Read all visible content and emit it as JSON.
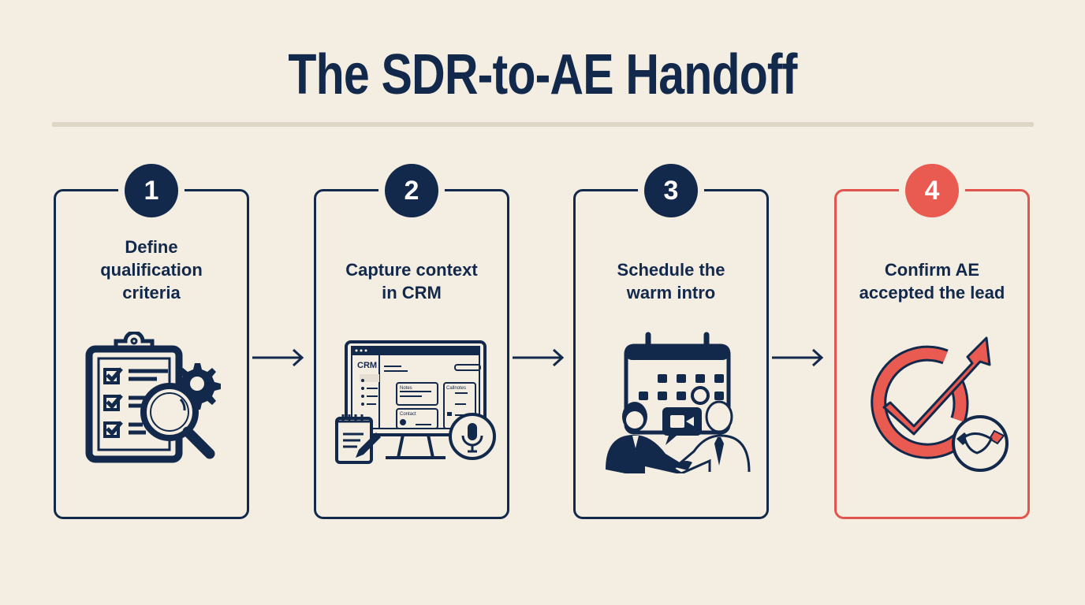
{
  "title": "The SDR-to-AE Handoff",
  "colors": {
    "background": "#f3ede2",
    "navy": "#13294b",
    "accent": "#e95a50",
    "divider": "#ddd5c6"
  },
  "steps": [
    {
      "number": "1",
      "label_lines": [
        "Define",
        "qualification",
        "criteria"
      ],
      "icon": "clipboard-checklist-magnifier-gear-icon"
    },
    {
      "number": "2",
      "label_lines": [
        "Capture context",
        "in CRM"
      ],
      "icon": "crm-monitor-notepad-microphone-icon",
      "icon_text": {
        "app": "CRM",
        "panel1": "Notes",
        "panel2": "Callnotes",
        "panel3": "Contact"
      }
    },
    {
      "number": "3",
      "label_lines": [
        "Schedule the",
        "warm intro"
      ],
      "icon": "calendar-video-handshake-icon"
    },
    {
      "number": "4",
      "label_lines": [
        "Confirm AE",
        "accepted the lead"
      ],
      "icon": "checkmark-arrow-handshake-icon",
      "highlighted": true
    }
  ],
  "connectors": [
    "arrow-right-icon",
    "arrow-right-icon",
    "arrow-right-icon"
  ]
}
